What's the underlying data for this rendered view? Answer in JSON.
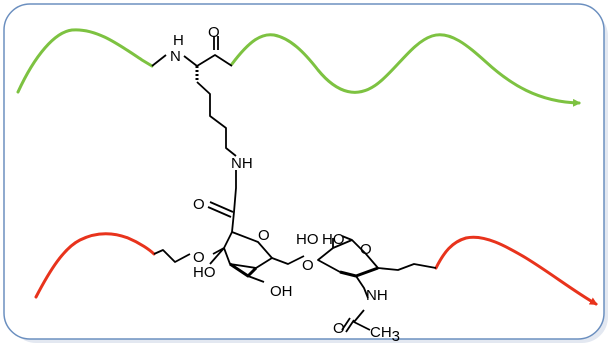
{
  "labels": {
    "amide_h_top": "H",
    "amide_n_top": "N",
    "carbonyl_o_top": "O",
    "side_chain_nh": "NH",
    "linker_carbonyl_o": "O",
    "ring1_ring_o": "O",
    "ring1_ether_o": "O",
    "ring1_oh_left": "HO",
    "ring1_oh_bottom": "OH",
    "glycosidic_o": "O",
    "ring2_ho_a": "HO",
    "ring2_ho_b": "HO",
    "ring2_ring_o": "O",
    "ring2_nh": "NH",
    "acetyl_o": "O",
    "acetyl_ch": "CH",
    "acetyl_sub": "3"
  },
  "colors": {
    "peptide_chain": "#7dc241",
    "glycan_chain": "#e8331c",
    "frame_border": "#6b8fbf",
    "frame_shadow": "#cfd6e4",
    "structure": "#000000"
  }
}
